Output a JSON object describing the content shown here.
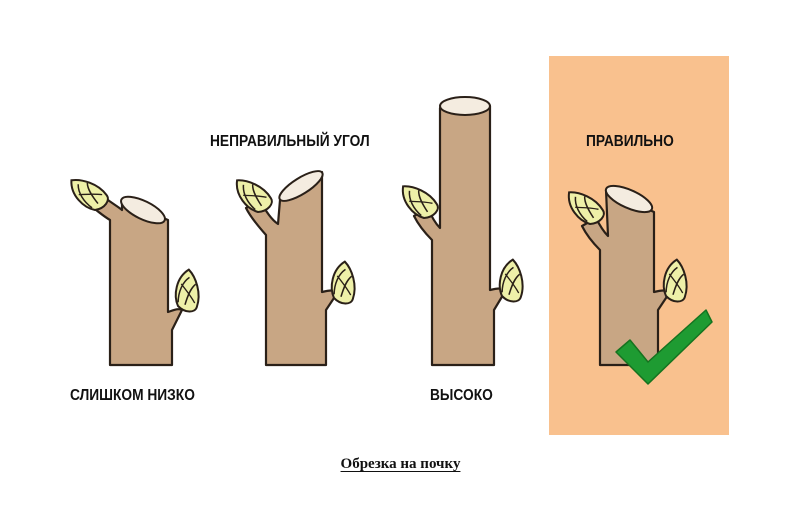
{
  "diagram": {
    "labels": {
      "too_low": "СЛИШКОМ НИЗКО",
      "wrong_angle": "НЕПРАВИЛЬНЫЙ УГОЛ",
      "too_high": "ВЫСОКО",
      "correct": "ПРАВИЛЬНО"
    },
    "caption": "Обрезка на почку",
    "colors": {
      "stem": "#c8a684",
      "stem_outline": "#2a2018",
      "cut_face": "#f4ece0",
      "bud": "#eef0a8",
      "correct_panel": "#f9c18e",
      "checkmark": "#1e9b32"
    },
    "icons": [
      "bud-icon",
      "checkmark-icon"
    ]
  }
}
